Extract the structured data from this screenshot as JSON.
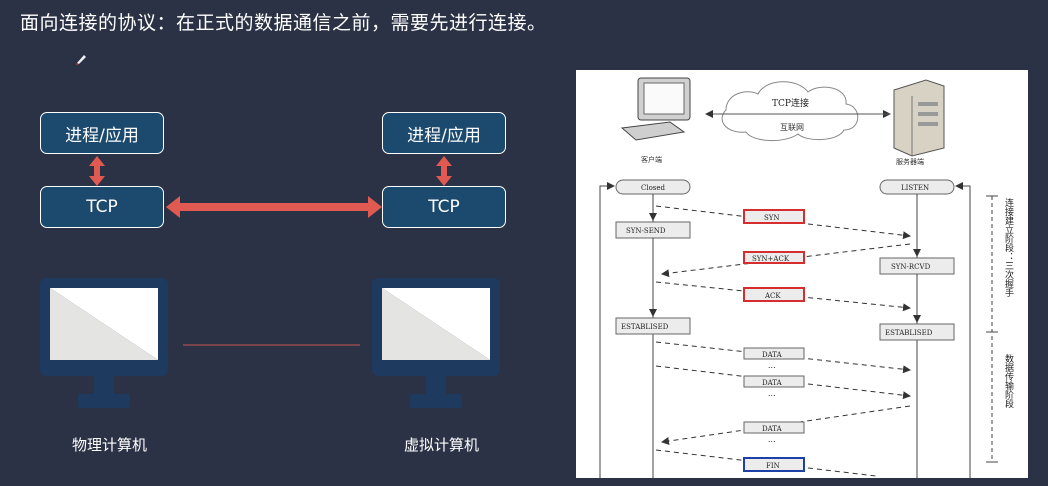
{
  "heading": "面向连接的协议：在正式的数据通信之前，需要先进行连接。",
  "left_stack": {
    "app_label": "进程/应用",
    "tcp_label": "TCP"
  },
  "right_stack": {
    "app_label": "进程/应用",
    "tcp_label": "TCP"
  },
  "computers": {
    "physical_label": "物理计算机",
    "virtual_label": "虚拟计算机"
  },
  "colors": {
    "background": "#2b3245",
    "box_fill": "#1b4a6e",
    "arrow": "#e05a52",
    "monitor": "#1e3a5f"
  },
  "diagram": {
    "cloud_title": "TCP连接",
    "cloud_sub": "互联网",
    "client_label": "客户端",
    "server_label": "服务器端",
    "client_states": [
      "Closed",
      "SYN-SEND",
      "ESTABLISED"
    ],
    "server_states": [
      "LISTEN",
      "SYN-RCVD",
      "ESTABLISED"
    ],
    "messages": [
      "SYN",
      "SYN+ACK",
      "ACK",
      "DATA",
      "DATA",
      "DATA",
      "FIN"
    ],
    "dots": "...",
    "phase1": "连接建立阶段：三次握手",
    "phase2": "数据传输阶段"
  }
}
